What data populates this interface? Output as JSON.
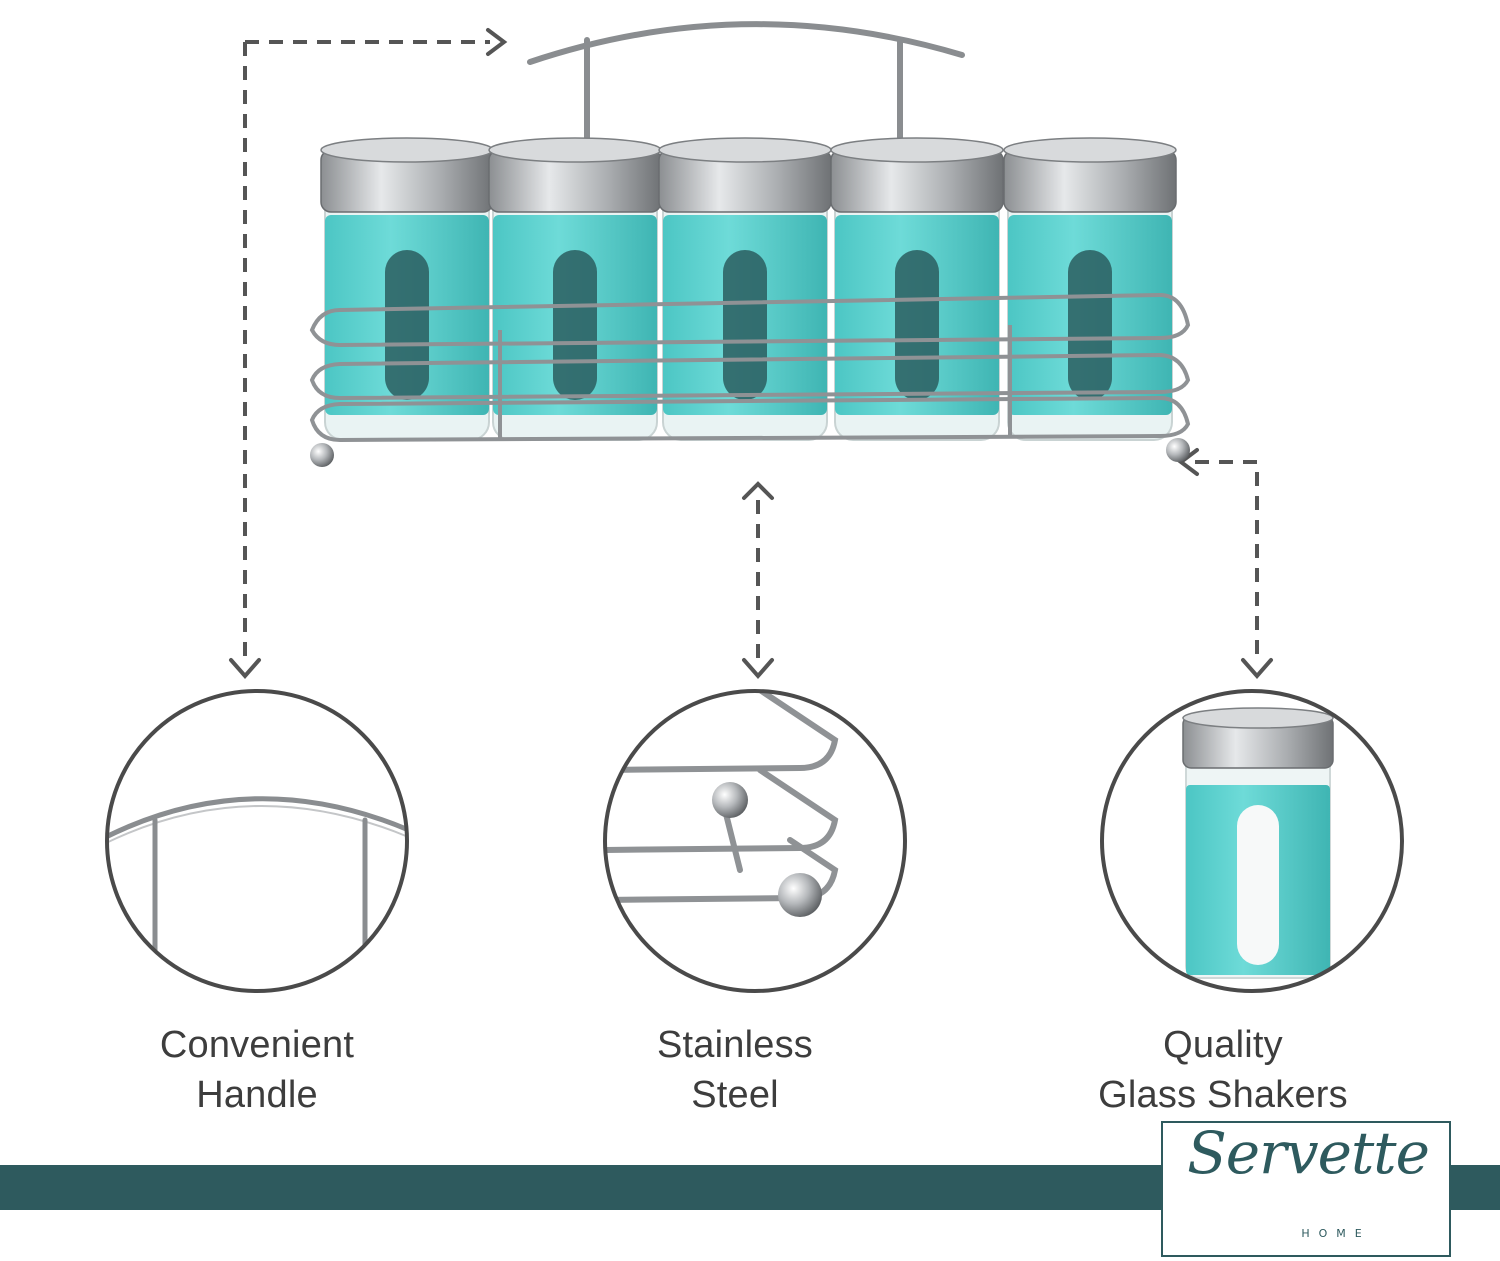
{
  "features": [
    {
      "line1": "Convenient",
      "line2": "Handle",
      "icon": "handle-icon"
    },
    {
      "line1": "Stainless",
      "line2": "Steel",
      "icon": "wire-rack-icon"
    },
    {
      "line1": "Quality",
      "line2": "Glass Shakers",
      "icon": "glass-shaker-icon"
    }
  ],
  "brand": {
    "name": "Servette",
    "sub": "HOME"
  },
  "colors": {
    "teal": "#5ed3d1",
    "brand_bar": "#2e5a5e",
    "steel": "#b9bcbf",
    "arrow": "#555555",
    "text": "#3d3d3d"
  },
  "product": {
    "shaker_count": 5
  }
}
